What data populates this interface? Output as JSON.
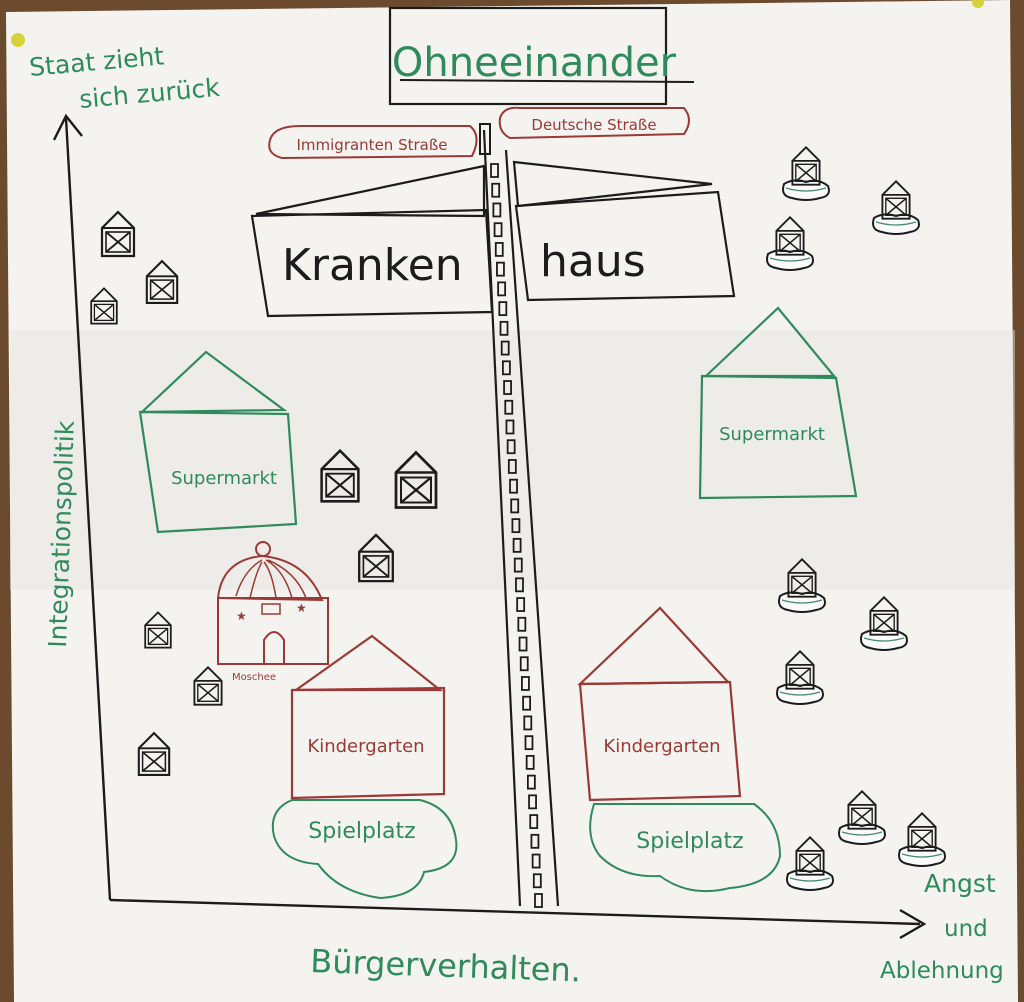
{
  "title": "Ohneeinander",
  "axes": {
    "y_top": [
      "Staat zieht",
      "sich zurück"
    ],
    "y_side": "Integrationspolitik",
    "x_bottom": "Bürgerverhalten.",
    "x_end": [
      "Angst",
      "und",
      "Ablehnung"
    ]
  },
  "street_signs": {
    "left": "Immigranten Straße",
    "right": "Deutsche Straße"
  },
  "hospital": {
    "left": "Kranken",
    "right": "haus"
  },
  "buildings": {
    "supermarket_left": "Supermarkt",
    "supermarket_right": "Supermarkt",
    "mosque": "Moschee",
    "kindergarten_left": "Kindergarten",
    "kindergarten_right": "Kindergarten",
    "playground_left": "Spielplatz",
    "playground_right": "Spielplatz"
  },
  "colors": {
    "paper": "#f4f3ef",
    "board": "#6b4a2e",
    "ink_black": "#1c1c1c",
    "ink_green": "#2f8a5c",
    "ink_red": "#9a3a36",
    "pin": "#d8d23a"
  }
}
